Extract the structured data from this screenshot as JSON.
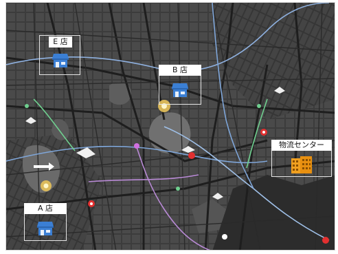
{
  "map": {
    "theme": "dark",
    "colors": {
      "background": "#3a3a3a",
      "block": "#4a4a4a",
      "road": "#222222",
      "park": "#6a6a6a",
      "rail": "#7fa6d9",
      "rail_alt": "#b98ad6",
      "callout_border": "#e6e6e6",
      "callout_label_bg": "#ffffff",
      "store_icon": "#3b7fd4",
      "logistics_icon": "#f0a020"
    }
  },
  "stores": [
    {
      "id": "store-e",
      "label": "E 店",
      "icon": "store-icon"
    },
    {
      "id": "store-b",
      "label": "B 店",
      "icon": "store-icon"
    },
    {
      "id": "store-a",
      "label": "A 店",
      "icon": "store-icon"
    }
  ],
  "logistics_center": {
    "label": "物流センター",
    "icon": "warehouse-icon"
  }
}
